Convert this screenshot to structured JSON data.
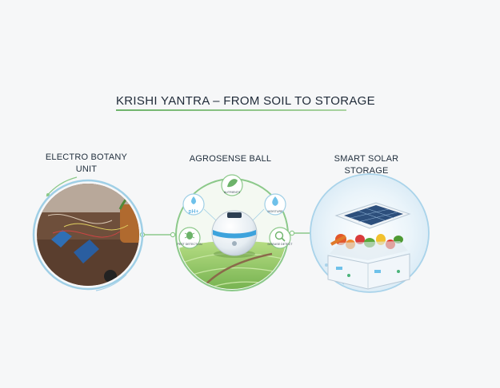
{
  "diagram": {
    "title": "KRISHI YANTRA – FROM SOIL TO STORAGE",
    "stages": [
      {
        "label_line1": "ELECTRO BOTANY",
        "label_line2": "UNIT"
      },
      {
        "label_line1": "AGROSENSE BALL",
        "label_line2": ""
      },
      {
        "label_line1": "SMART SOLAR",
        "label_line2": "STORAGE"
      }
    ],
    "sensor_badges": [
      "pH+",
      "NUTRIENTS",
      "MOISTURE",
      "PEST DETECTION",
      "DISEASE DETECT"
    ],
    "colors": {
      "accent_green": "#6db36a",
      "ring_green": "#8cc98a",
      "ring_blue": "#a9d3ea",
      "photo_bg": "#7a5a45"
    }
  }
}
